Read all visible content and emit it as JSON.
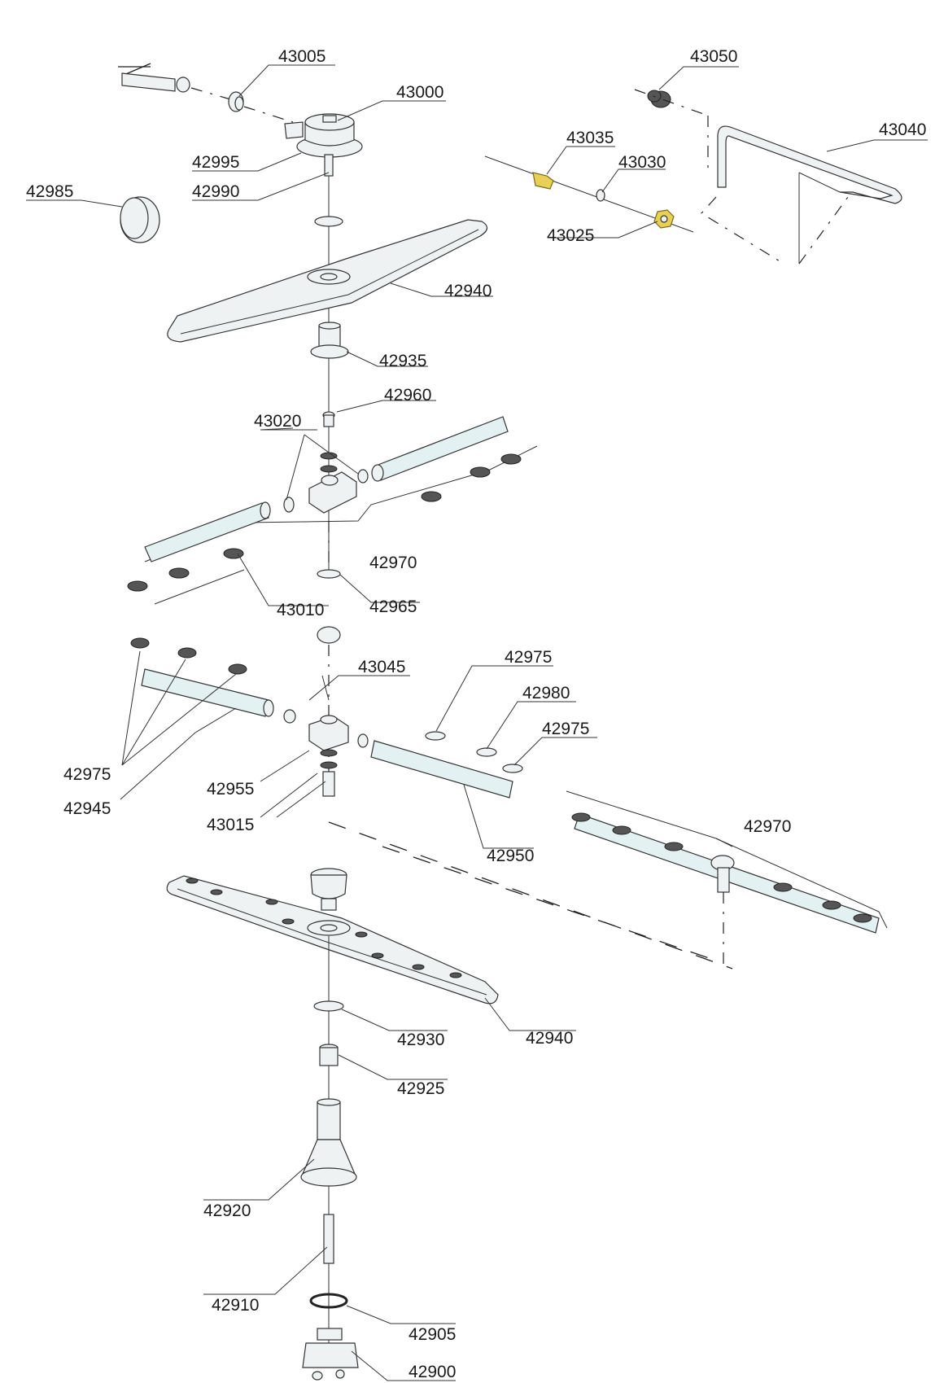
{
  "labels": {
    "l43005": "43005",
    "l43000": "43000",
    "l42995": "42995",
    "l42990": "42990",
    "l42985": "42985",
    "l43050": "43050",
    "l43040": "43040",
    "l43035": "43035",
    "l43030": "43030",
    "l43025": "43025",
    "l42940_top": "42940",
    "l42935": "42935",
    "l42960": "42960",
    "l43020": "43020",
    "l42970_top": "42970",
    "l43010": "43010",
    "l42965": "42965",
    "l43045": "43045",
    "l42975_a": "42975",
    "l42980": "42980",
    "l42975_b": "42975",
    "l42975_c": "42975",
    "l42945": "42945",
    "l42955": "42955",
    "l43015": "43015",
    "l42950": "42950",
    "l42970_right": "42970",
    "l42940_bottom": "42940",
    "l42930": "42930",
    "l42925": "42925",
    "l42920": "42920",
    "l42910": "42910",
    "l42905": "42905",
    "l42900": "42900"
  }
}
